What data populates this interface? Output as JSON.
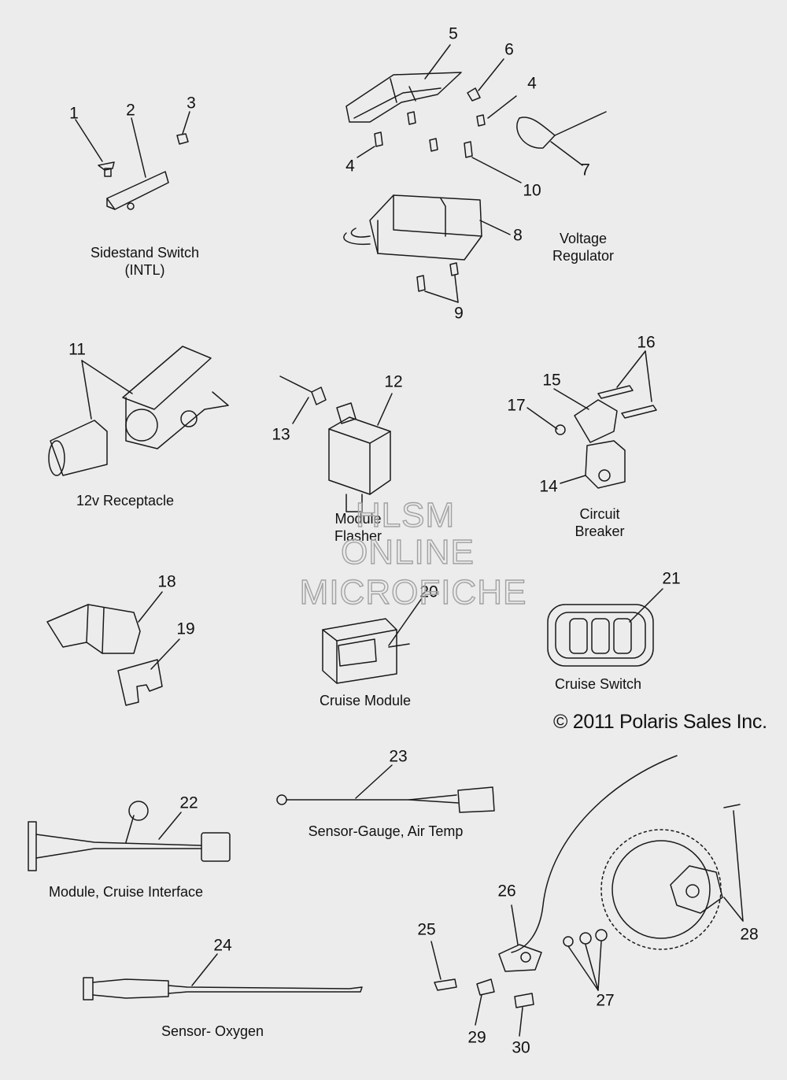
{
  "callouts": {
    "c1": "1",
    "c2": "2",
    "c3": "3",
    "c5": "5",
    "c6": "6",
    "c4a": "4",
    "c4b": "4",
    "c7": "7",
    "c10": "10",
    "c8": "8",
    "c9": "9",
    "c11": "11",
    "c12": "12",
    "c13": "13",
    "c16": "16",
    "c15": "15",
    "c17": "17",
    "c14": "14",
    "c18": "18",
    "c19": "19",
    "c20": "20",
    "c21": "21",
    "c23": "23",
    "c22": "22",
    "c24": "24",
    "c26": "26",
    "c25": "25",
    "c28": "28",
    "c27": "27",
    "c29": "29",
    "c30": "30"
  },
  "labels": {
    "sidestand_1": "Sidestand Switch",
    "sidestand_2": "(INTL)",
    "voltage_1": "Voltage",
    "voltage_2": "Regulator",
    "receptacle": "12v Receptacle",
    "flasher_1": "Module",
    "flasher_2": "Flasher",
    "breaker_1": "Circuit",
    "breaker_2": "Breaker",
    "cruise_module": "Cruise Module",
    "cruise_switch": "Cruise Switch",
    "air_temp": "Sensor-Gauge, Air Temp",
    "cruise_interface": "Module, Cruise Interface",
    "oxygen": "Sensor- Oxygen"
  },
  "copyright": "© 2011 Polaris Sales Inc.",
  "watermark": {
    "line1": "HLSM",
    "line2": "ONLINE",
    "line3": "MICROFICHE"
  }
}
